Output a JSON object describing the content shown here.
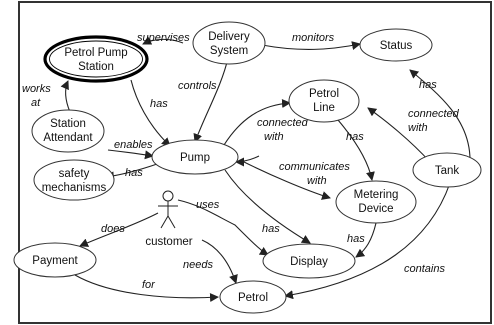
{
  "nodes": {
    "petrol_pump_station": [
      "Petrol Pump",
      "Station"
    ],
    "delivery_system": [
      "Delivery",
      "System"
    ],
    "status": [
      "Status"
    ],
    "station_attendant": [
      "Station",
      "Attendant"
    ],
    "petrol_line": [
      "Petrol",
      "Line"
    ],
    "pump": [
      "Pump"
    ],
    "tank": [
      "Tank"
    ],
    "safety_mechanisms": [
      "safety",
      "mechanisms"
    ],
    "metering_device": [
      "Metering",
      "Device"
    ],
    "customer": [
      "customer"
    ],
    "payment": [
      "Payment"
    ],
    "display": [
      "Display"
    ],
    "petrol": [
      "Petrol"
    ]
  },
  "edges": {
    "supervises": [
      "supervises"
    ],
    "monitors": [
      "monitors"
    ],
    "works_at": [
      "works",
      "at"
    ],
    "controls": [
      "controls"
    ],
    "has_station_pump": [
      "has"
    ],
    "has_tank_status": [
      "has"
    ],
    "connected_with_pump_line": [
      "connected",
      "with"
    ],
    "connected_with_tank_line": [
      "connected",
      "with"
    ],
    "enables": [
      "enables"
    ],
    "has_line_meter": [
      "has"
    ],
    "communicates_with": [
      "communicates",
      "with"
    ],
    "has_pump_safety": [
      "has"
    ],
    "uses": [
      "uses"
    ],
    "does": [
      "does"
    ],
    "has_pump_display": [
      "has"
    ],
    "has_meter_display": [
      "has"
    ],
    "needs": [
      "needs"
    ],
    "contains": [
      "contains"
    ],
    "for": [
      "for"
    ]
  }
}
